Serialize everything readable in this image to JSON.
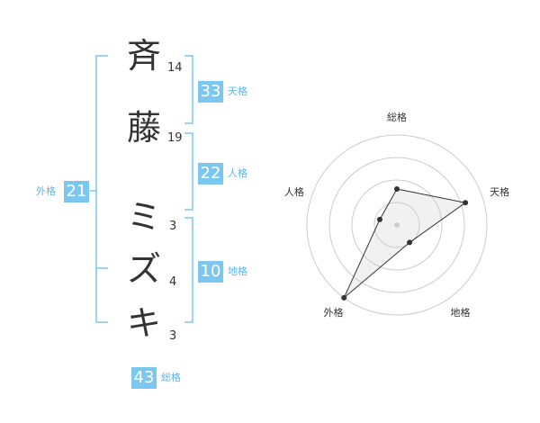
{
  "name": {
    "chars": [
      {
        "char": "斉",
        "strokes": "14"
      },
      {
        "char": "藤",
        "strokes": "19"
      },
      {
        "char": "ミ",
        "strokes": "3"
      },
      {
        "char": "ズ",
        "strokes": "4"
      },
      {
        "char": "キ",
        "strokes": "3"
      }
    ]
  },
  "fortunes": {
    "tenkaku": {
      "value": "33",
      "label": "天格"
    },
    "jinkaku": {
      "value": "22",
      "label": "人格"
    },
    "chikaku": {
      "value": "10",
      "label": "地格"
    },
    "gaikaku": {
      "value": "21",
      "label": "外格"
    },
    "soukaku": {
      "value": "43",
      "label": "総格"
    }
  },
  "colors": {
    "accent": "#7cc7f0",
    "accent_text": "#5fb4e6",
    "text": "#333333"
  },
  "chart_data": {
    "type": "radar",
    "axes": [
      "総格",
      "天格",
      "地格",
      "外格",
      "人格"
    ],
    "values": [
      2,
      4,
      1.2,
      5,
      1
    ],
    "rmax": 5,
    "rings": 4,
    "grid": true
  }
}
